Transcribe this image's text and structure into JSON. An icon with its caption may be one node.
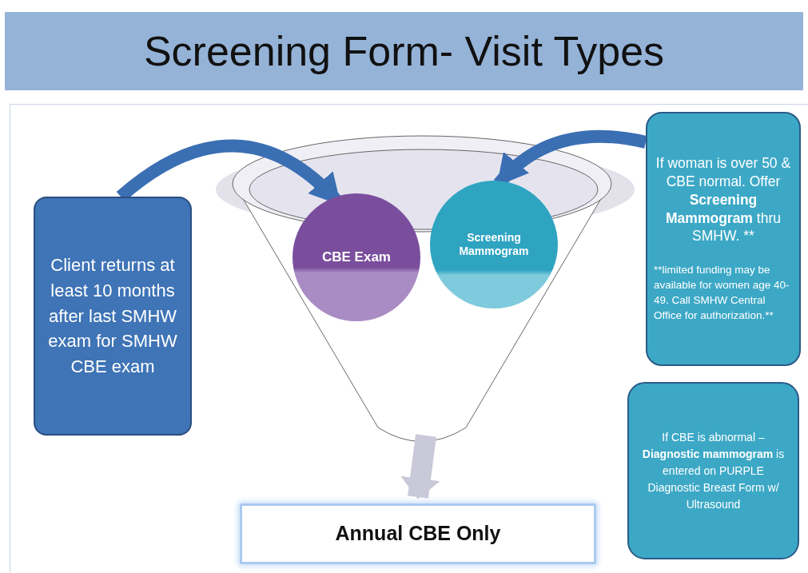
{
  "diagram": {
    "title": "Screening Form- Visit Types",
    "nodes": [
      {
        "text": [
          "Client returns at least 10 months after last SMHW exam for SMHW CBE exam"
        ]
      },
      {
        "text": [],
        "shape": "funnel"
      },
      {
        "text": [
          "CBE Exam"
        ],
        "in": 1
      },
      {
        "text": [
          "Screening Mammogram"
        ],
        "in": 1
      },
      {
        "text": [
          "If woman is over 50 & CBE normal. Offer **Screening Mammogram** thru SMHW. **",
          "**limited funding may be available for women age 40-49. Call SMHW Central Office for authorization.**"
        ]
      },
      {
        "text": [
          "If CBE is abnormal – **Diagnostic mammogram** is entered on PURPLE Diagnostic Breast Form w/ Ultrasound"
        ]
      },
      {
        "text": [
          "Annual CBE Only"
        ]
      }
    ],
    "edges": [
      {
        "from": 0,
        "to": 2,
        "arrow": "to"
      },
      {
        "from": 4,
        "to": 3,
        "arrow": "to"
      },
      {
        "from": 1,
        "to": 6,
        "arrow": "to",
        "color": "#c9c9d9"
      }
    ]
  }
}
